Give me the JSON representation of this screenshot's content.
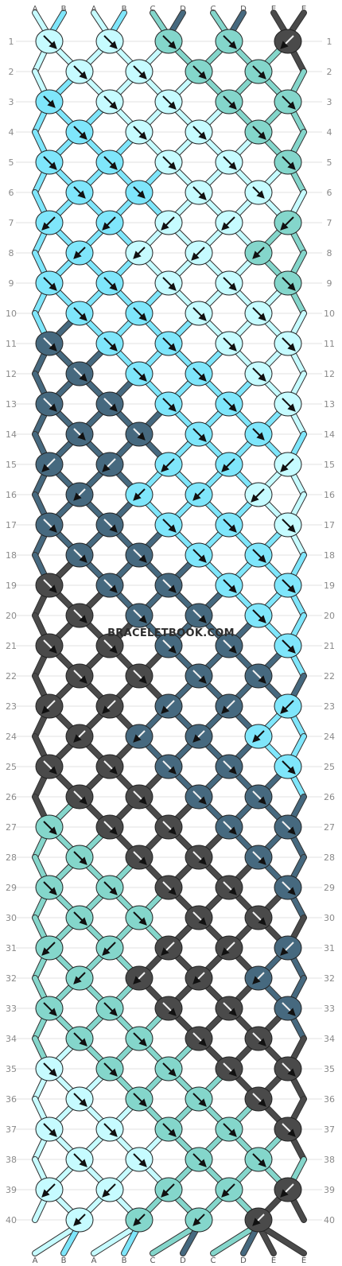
{
  "watermark": "BRACELETBOOK.COM",
  "string_labels": [
    "A",
    "B",
    "A",
    "B",
    "C",
    "D",
    "C",
    "D",
    "E",
    "E"
  ],
  "colors": {
    "A": "#c6fbff",
    "B": "#7fe6fb",
    "C": "#84d6cb",
    "D": "#46697f",
    "E": "#4a4a4a"
  },
  "row_labels": [
    "1",
    "2",
    "3",
    "4",
    "5",
    "6",
    "7",
    "8",
    "9",
    "10",
    "11",
    "12",
    "13",
    "14",
    "15",
    "16",
    "17",
    "18",
    "19",
    "20",
    "21",
    "22",
    "23",
    "24",
    "25",
    "26",
    "27",
    "28",
    "29",
    "30",
    "31",
    "32",
    "33",
    "34",
    "35",
    "36",
    "37",
    "38",
    "39",
    "40"
  ],
  "knot_types": {
    "F": "forward knot",
    "B": "backward knot",
    "FB": "forward-backward knot",
    "BF": "backward-forward knot"
  },
  "pattern": {
    "knot_colors": [
      [
        "A",
        "A",
        "C",
        "C",
        "E"
      ],
      [
        "A",
        "A",
        "C",
        "C"
      ],
      [
        "B",
        "A",
        "A",
        "C",
        "C"
      ],
      [
        "B",
        "A",
        "A",
        "C"
      ],
      [
        "B",
        "B",
        "A",
        "A",
        "C"
      ],
      [
        "B",
        "B",
        "A",
        "A"
      ],
      [
        "B",
        "B",
        "A",
        "A",
        "C"
      ],
      [
        "B",
        "A",
        "A",
        "C"
      ],
      [
        "B",
        "B",
        "A",
        "A",
        "C"
      ],
      [
        "B",
        "B",
        "A",
        "A"
      ],
      [
        "D",
        "B",
        "B",
        "A",
        "A"
      ],
      [
        "D",
        "B",
        "B",
        "A"
      ],
      [
        "D",
        "D",
        "B",
        "B",
        "A"
      ],
      [
        "D",
        "D",
        "B",
        "B"
      ],
      [
        "D",
        "D",
        "B",
        "B",
        "A"
      ],
      [
        "D",
        "B",
        "B",
        "A"
      ],
      [
        "D",
        "D",
        "B",
        "B",
        "A"
      ],
      [
        "D",
        "D",
        "B",
        "B"
      ],
      [
        "E",
        "D",
        "D",
        "B",
        "B"
      ],
      [
        "E",
        "D",
        "D",
        "B"
      ],
      [
        "E",
        "E",
        "D",
        "D",
        "B"
      ],
      [
        "E",
        "E",
        "D",
        "D"
      ],
      [
        "E",
        "E",
        "D",
        "D",
        "B"
      ],
      [
        "E",
        "D",
        "D",
        "B"
      ],
      [
        "E",
        "E",
        "D",
        "D",
        "B"
      ],
      [
        "E",
        "E",
        "D",
        "D"
      ],
      [
        "C",
        "E",
        "E",
        "D",
        "D"
      ],
      [
        "C",
        "E",
        "E",
        "D"
      ],
      [
        "C",
        "C",
        "E",
        "E",
        "D"
      ],
      [
        "C",
        "C",
        "E",
        "E"
      ],
      [
        "C",
        "C",
        "E",
        "E",
        "D"
      ],
      [
        "C",
        "E",
        "E",
        "D"
      ],
      [
        "C",
        "C",
        "E",
        "E",
        "D"
      ],
      [
        "C",
        "C",
        "E",
        "E"
      ],
      [
        "A",
        "C",
        "C",
        "E",
        "E"
      ],
      [
        "A",
        "C",
        "C",
        "E"
      ],
      [
        "A",
        "A",
        "C",
        "C",
        "E"
      ],
      [
        "A",
        "A",
        "C",
        "C"
      ],
      [
        "A",
        "A",
        "C",
        "C",
        "E"
      ],
      [
        "A",
        "C",
        "C",
        "E"
      ]
    ],
    "knot_types": [
      [
        "F",
        "F",
        "F",
        "F",
        "B"
      ],
      [
        "F",
        "F",
        "F",
        "F"
      ],
      [
        "FB",
        "F",
        "F",
        "F",
        "F"
      ],
      [
        "F",
        "F",
        "F",
        "F"
      ],
      [
        "F",
        "F",
        "F",
        "F",
        "F"
      ],
      [
        "FB",
        "FB",
        "F",
        "FB"
      ],
      [
        "B",
        "B",
        "B",
        "B",
        "B"
      ],
      [
        "BF",
        "BF",
        "B",
        "BF"
      ],
      [
        "F",
        "F",
        "F",
        "F",
        "F"
      ],
      [
        "F",
        "F",
        "F",
        "F"
      ],
      [
        "F",
        "F",
        "F",
        "F",
        "F"
      ],
      [
        "F",
        "F",
        "F",
        "F"
      ],
      [
        "F",
        "F",
        "F",
        "F",
        "F"
      ],
      [
        "FB",
        "FB",
        "F",
        "FB"
      ],
      [
        "B",
        "B",
        "B",
        "B",
        "B"
      ],
      [
        "BF",
        "BF",
        "BF",
        "B"
      ],
      [
        "F",
        "F",
        "F",
        "F",
        "F"
      ],
      [
        "F",
        "F",
        "F",
        "F"
      ],
      [
        "F",
        "F",
        "F",
        "F",
        "F"
      ],
      [
        "F",
        "F",
        "F",
        "F"
      ],
      [
        "F",
        "F",
        "F",
        "F",
        "F"
      ],
      [
        "F",
        "F",
        "F",
        "F"
      ],
      [
        "B",
        "B",
        "B",
        "B",
        "B"
      ],
      [
        "BF",
        "BF",
        "BF",
        "BF"
      ],
      [
        "F",
        "F",
        "F",
        "F",
        "F"
      ],
      [
        "F",
        "F",
        "F",
        "F"
      ],
      [
        "F",
        "F",
        "F",
        "F",
        "F"
      ],
      [
        "F",
        "F",
        "F",
        "F"
      ],
      [
        "F",
        "F",
        "F",
        "F",
        "F"
      ],
      [
        "F",
        "F",
        "F",
        "F"
      ],
      [
        "B",
        "B",
        "B",
        "B",
        "B"
      ],
      [
        "BF",
        "BF",
        "BF",
        "BF"
      ],
      [
        "F",
        "F",
        "F",
        "F",
        "F"
      ],
      [
        "F",
        "F",
        "F",
        "F"
      ],
      [
        "F",
        "F",
        "F",
        "F",
        "F"
      ],
      [
        "F",
        "F",
        "F",
        "F"
      ],
      [
        "F",
        "F",
        "F",
        "F",
        "F"
      ],
      [
        "F",
        "F",
        "F",
        "F"
      ],
      [
        "B",
        "B",
        "B",
        "B",
        "B"
      ],
      [
        "BF",
        "BF",
        "BF",
        "BF"
      ]
    ]
  }
}
